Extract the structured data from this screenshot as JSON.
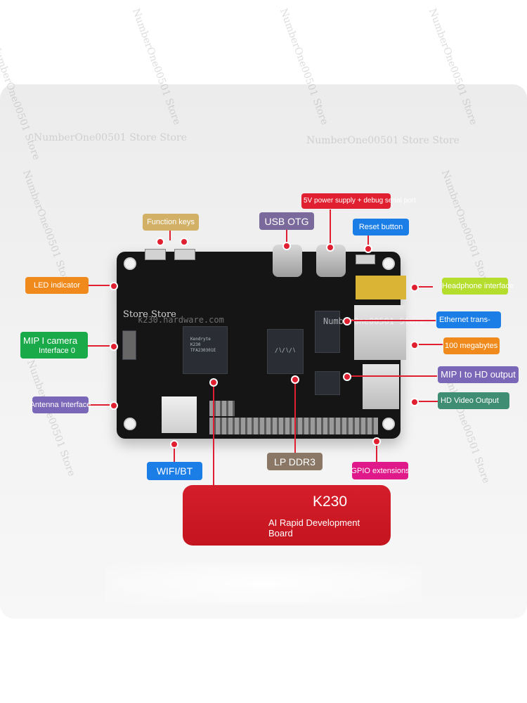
{
  "colors": {
    "red": "#e02030",
    "orange": "#f08a1c",
    "green": "#1aaa4a",
    "purple": "#7b67b8",
    "blue": "#1a7ee6",
    "tan": "#d2b167",
    "magenta": "#e0198a",
    "grey_brown": "#8a7766",
    "teal": "#3f8d72",
    "lime": "#b5dd2e",
    "deep_purple": "#7a6a9c"
  },
  "labels": {
    "power_supply": "5V power supply + debug serial port",
    "usb_otg": "USB OTG",
    "function_keys": "Function keys",
    "reset_button": "Reset button",
    "led_indicator": "LED indicator",
    "headphone": "Headphone interface",
    "mipi_camera_line1": "MIP I camera",
    "mipi_camera_line2": "Interface 0",
    "ethernet": "Ethernet trans-",
    "megabytes": "100 megabytes",
    "mipi_hd": "MIP I to HD output",
    "antenna": "Antenna Interface",
    "hd_video": "HD Video Output",
    "wifi_bt": "WIFI/BT",
    "lp_ddr3": "LP DDR3",
    "gpio": "GPIO extensions"
  },
  "chips": {
    "soc_line1": "Kendryte",
    "soc_line2": "K230",
    "soc_line3": "TFA230301E",
    "ram_text": "∕∖∕∖∕∖"
  },
  "title": {
    "main": "K230",
    "sub": "AI Rapid Development Board"
  },
  "overlay": {
    "store_store": "Store Store",
    "k230_hardware": "k230.hardware.com",
    "number_one_store": "NumberOne00501 Store Store"
  },
  "watermarks": {
    "store": "NumberOne00501 Store Store",
    "diagonal": "NumberOne00501 Store"
  }
}
